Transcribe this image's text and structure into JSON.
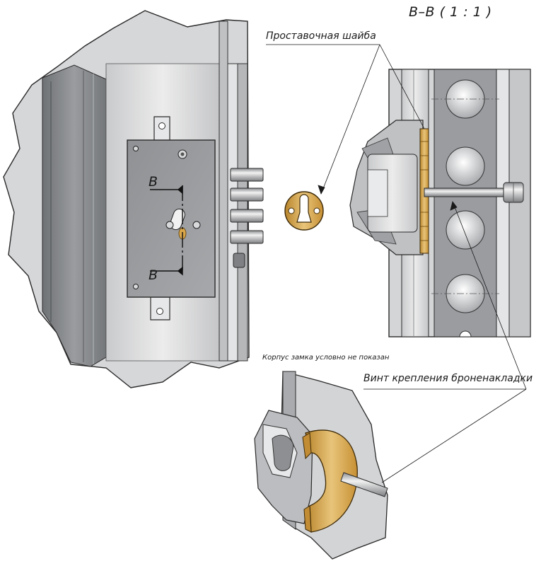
{
  "title": "B–B ( 1 : 1 )",
  "labels": {
    "washer": "Проставочная шайба",
    "armor_screw": "Винт крепления броненакладки",
    "lock_body_note": "Корпус замка условно не показан",
    "section_mark_top": "B",
    "section_mark_bottom": "B"
  },
  "colors": {
    "steel_light": "#d9dadb",
    "steel_dark": "#8e9093",
    "brass": "#d9a64a",
    "brass_light": "#e6c27a",
    "outline": "#2a2a2a"
  }
}
